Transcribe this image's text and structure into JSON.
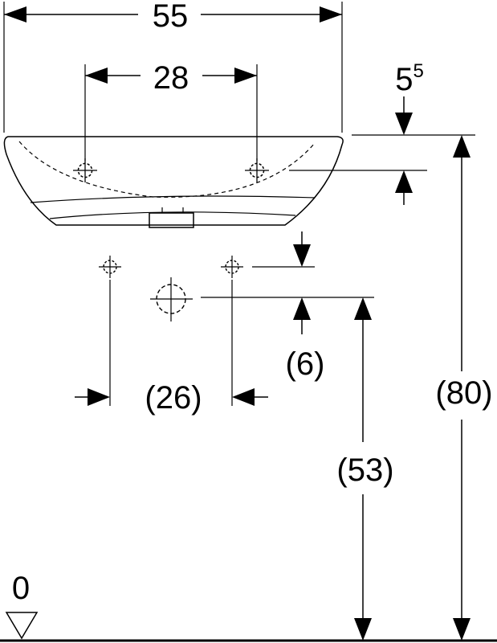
{
  "dimensions": {
    "overall_width": "55",
    "tap_hole_spacing": "28",
    "rim_offset_base": "5",
    "rim_offset_sup": "5",
    "wall_fixing_spacing": "(26)",
    "fixing_to_waste_height": "(6)",
    "waste_height": "(53)",
    "rim_height": "(80)",
    "floor_level": "0"
  }
}
